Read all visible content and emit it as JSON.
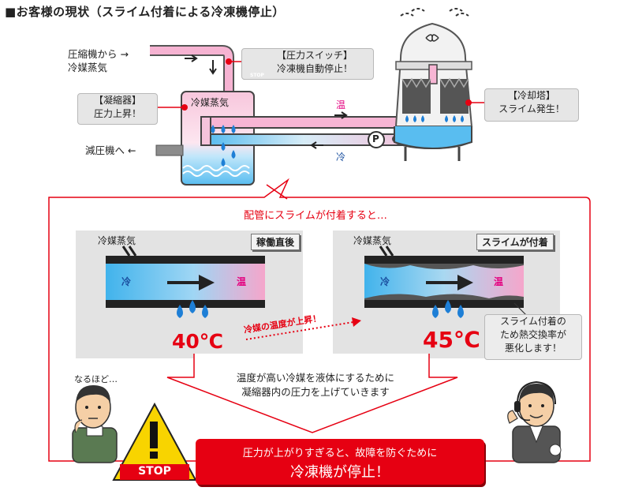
{
  "title": "■お客様の現状（スライム付着による冷凍機停止）",
  "top": {
    "compressor_label_line1": "圧縮機から →",
    "compressor_label_line2": "冷媒蒸気",
    "pressure_switch_line1": "【圧力スイッチ】",
    "pressure_switch_line2": "冷凍機自動停止！",
    "condenser_line1": "【凝縮器】",
    "condenser_line2": "圧力上昇！",
    "refrigerant_vapor": "冷媒蒸気",
    "warm": "温",
    "cold": "冷",
    "pump": "P",
    "decompressor": "減圧機へ ←",
    "cooling_tower_line1": "【冷却塔】",
    "cooling_tower_line2": "スライム発生！",
    "stop_sign": "STOP"
  },
  "main": {
    "heading": "配管にスライムが付着すると…",
    "left_panel": {
      "tag": "稼働直後",
      "vapor": "冷媒蒸気",
      "cold": "冷",
      "warm": "温",
      "temperature": "40℃"
    },
    "right_panel": {
      "tag": "スライムが付着",
      "vapor": "冷媒蒸気",
      "cold": "冷",
      "warm": "温",
      "temperature": "45℃"
    },
    "rise_label": "冷媒の温度が上昇！",
    "slime_note_line1": "スライム付着の",
    "slime_note_line2": "ため熱交換率が",
    "slime_note_line3": "悪化します！",
    "explanation_line1": "温度が高い冷媒を液体にするために",
    "explanation_line2": "凝縮器内の圧力を上げていきます",
    "customer_remark": "なるほど…",
    "stop_sign": "STOP",
    "banner_line1": "圧力が上がりすぎると、故障を防ぐために",
    "banner_line2": "冷凍機が停止！"
  },
  "colors": {
    "accent_red": "#e60012",
    "cold_blue": "#3aaee8",
    "warm_pink": "#f29ac4",
    "water_blue": "#1e7fd6",
    "panel_gray": "#e3e3e3"
  }
}
